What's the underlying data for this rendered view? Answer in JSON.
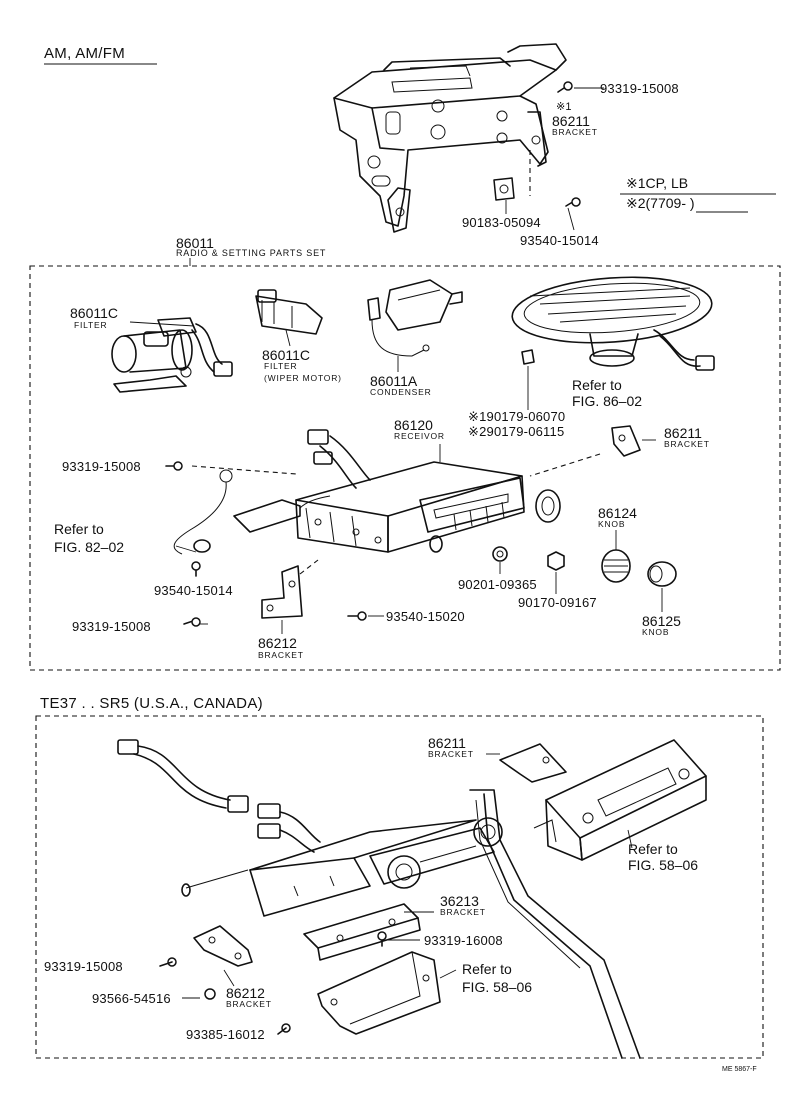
{
  "sections": {
    "top_title": "AM, AM/FM",
    "bottom_title": "TE37 . . SR5 (U.S.A., CANADA)"
  },
  "legend": {
    "line1": "※1CP, LB",
    "line2": "※2(7709-        )"
  },
  "callouts": {
    "p93319_15008_top": "93319-15008",
    "star1": "※1",
    "p86211_top": "86211",
    "bracket_top": "BRACKET",
    "p90183_05094": "90183-05094",
    "p93540_15014_top": "93540-15014",
    "p86011": "86011",
    "radio_set": "RADIO & SETTING PARTS SET",
    "p86011C_a": "86011C",
    "filter_a": "FILTER",
    "p86011C_b": "86011C",
    "filter_b": "FILTER",
    "wiper_motor": "(WIPER MOTOR)",
    "p86011A": "86011A",
    "condenser": "CONDENSER",
    "refer_86": "Refer to",
    "fig_86": "FIG. 86–02",
    "p90179_06070": "※190179-06070",
    "p90179_06115": "※290179-06115",
    "p86120": "86120",
    "receiver": "RECEIVOR",
    "p86211_mid": "86211",
    "bracket_mid": "BRACKET",
    "p93319_15008_mid": "93319-15008",
    "refer_82": "Refer to",
    "fig_82": "FIG. 82–02",
    "p93540_15014_mid": "93540-15014",
    "p93319_15008_low": "93319-15008",
    "p86212_mid": "86212",
    "bracket_86212_mid": "BRACKET",
    "p93540_15020": "93540-15020",
    "p90201_09365": "90201-09365",
    "p90170_09167": "90170-09167",
    "p86124": "86124",
    "knob_86124": "KNOB",
    "p86125": "86125",
    "knob_86125": "KNOB",
    "p86211_bot": "86211",
    "bracket_bot": "BRACKET",
    "refer_58a": "Refer to",
    "fig_58a": "FIG. 58–06",
    "p36213": "36213",
    "bracket_36213": "BRACKET",
    "p93319_16008": "93319-16008",
    "refer_58b": "Refer to",
    "fig_58b": "FIG. 58–06",
    "p93319_15008_bot": "93319-15008",
    "p93566_54516": "93566-54516",
    "p86212_bot": "86212",
    "bracket_86212_bot": "BRACKET",
    "p93385_16012": "93385-16012"
  },
  "footer": {
    "code": "ME 5867-F"
  }
}
